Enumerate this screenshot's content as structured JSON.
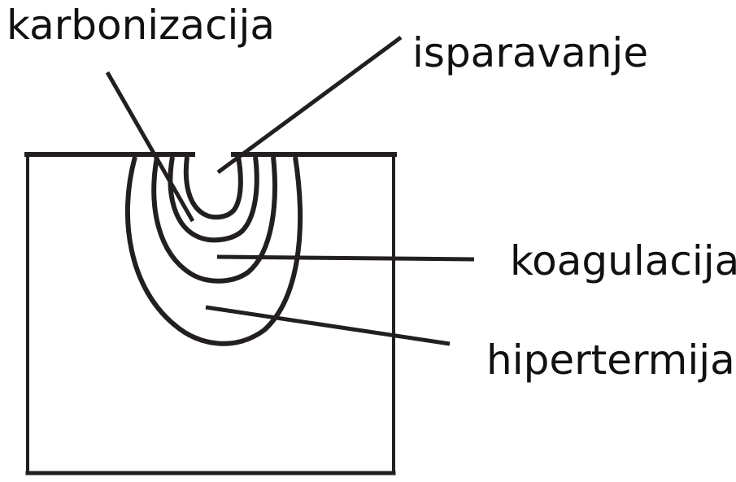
{
  "labels": {
    "karbonizacija": "karbonizacija",
    "isparavanje": "isparavanje",
    "koagulacija": "koagulacija",
    "hipertermija": "hipertermija"
  },
  "colors": {
    "stroke": "#231f20",
    "text": "#111111",
    "background": "#ffffff"
  }
}
